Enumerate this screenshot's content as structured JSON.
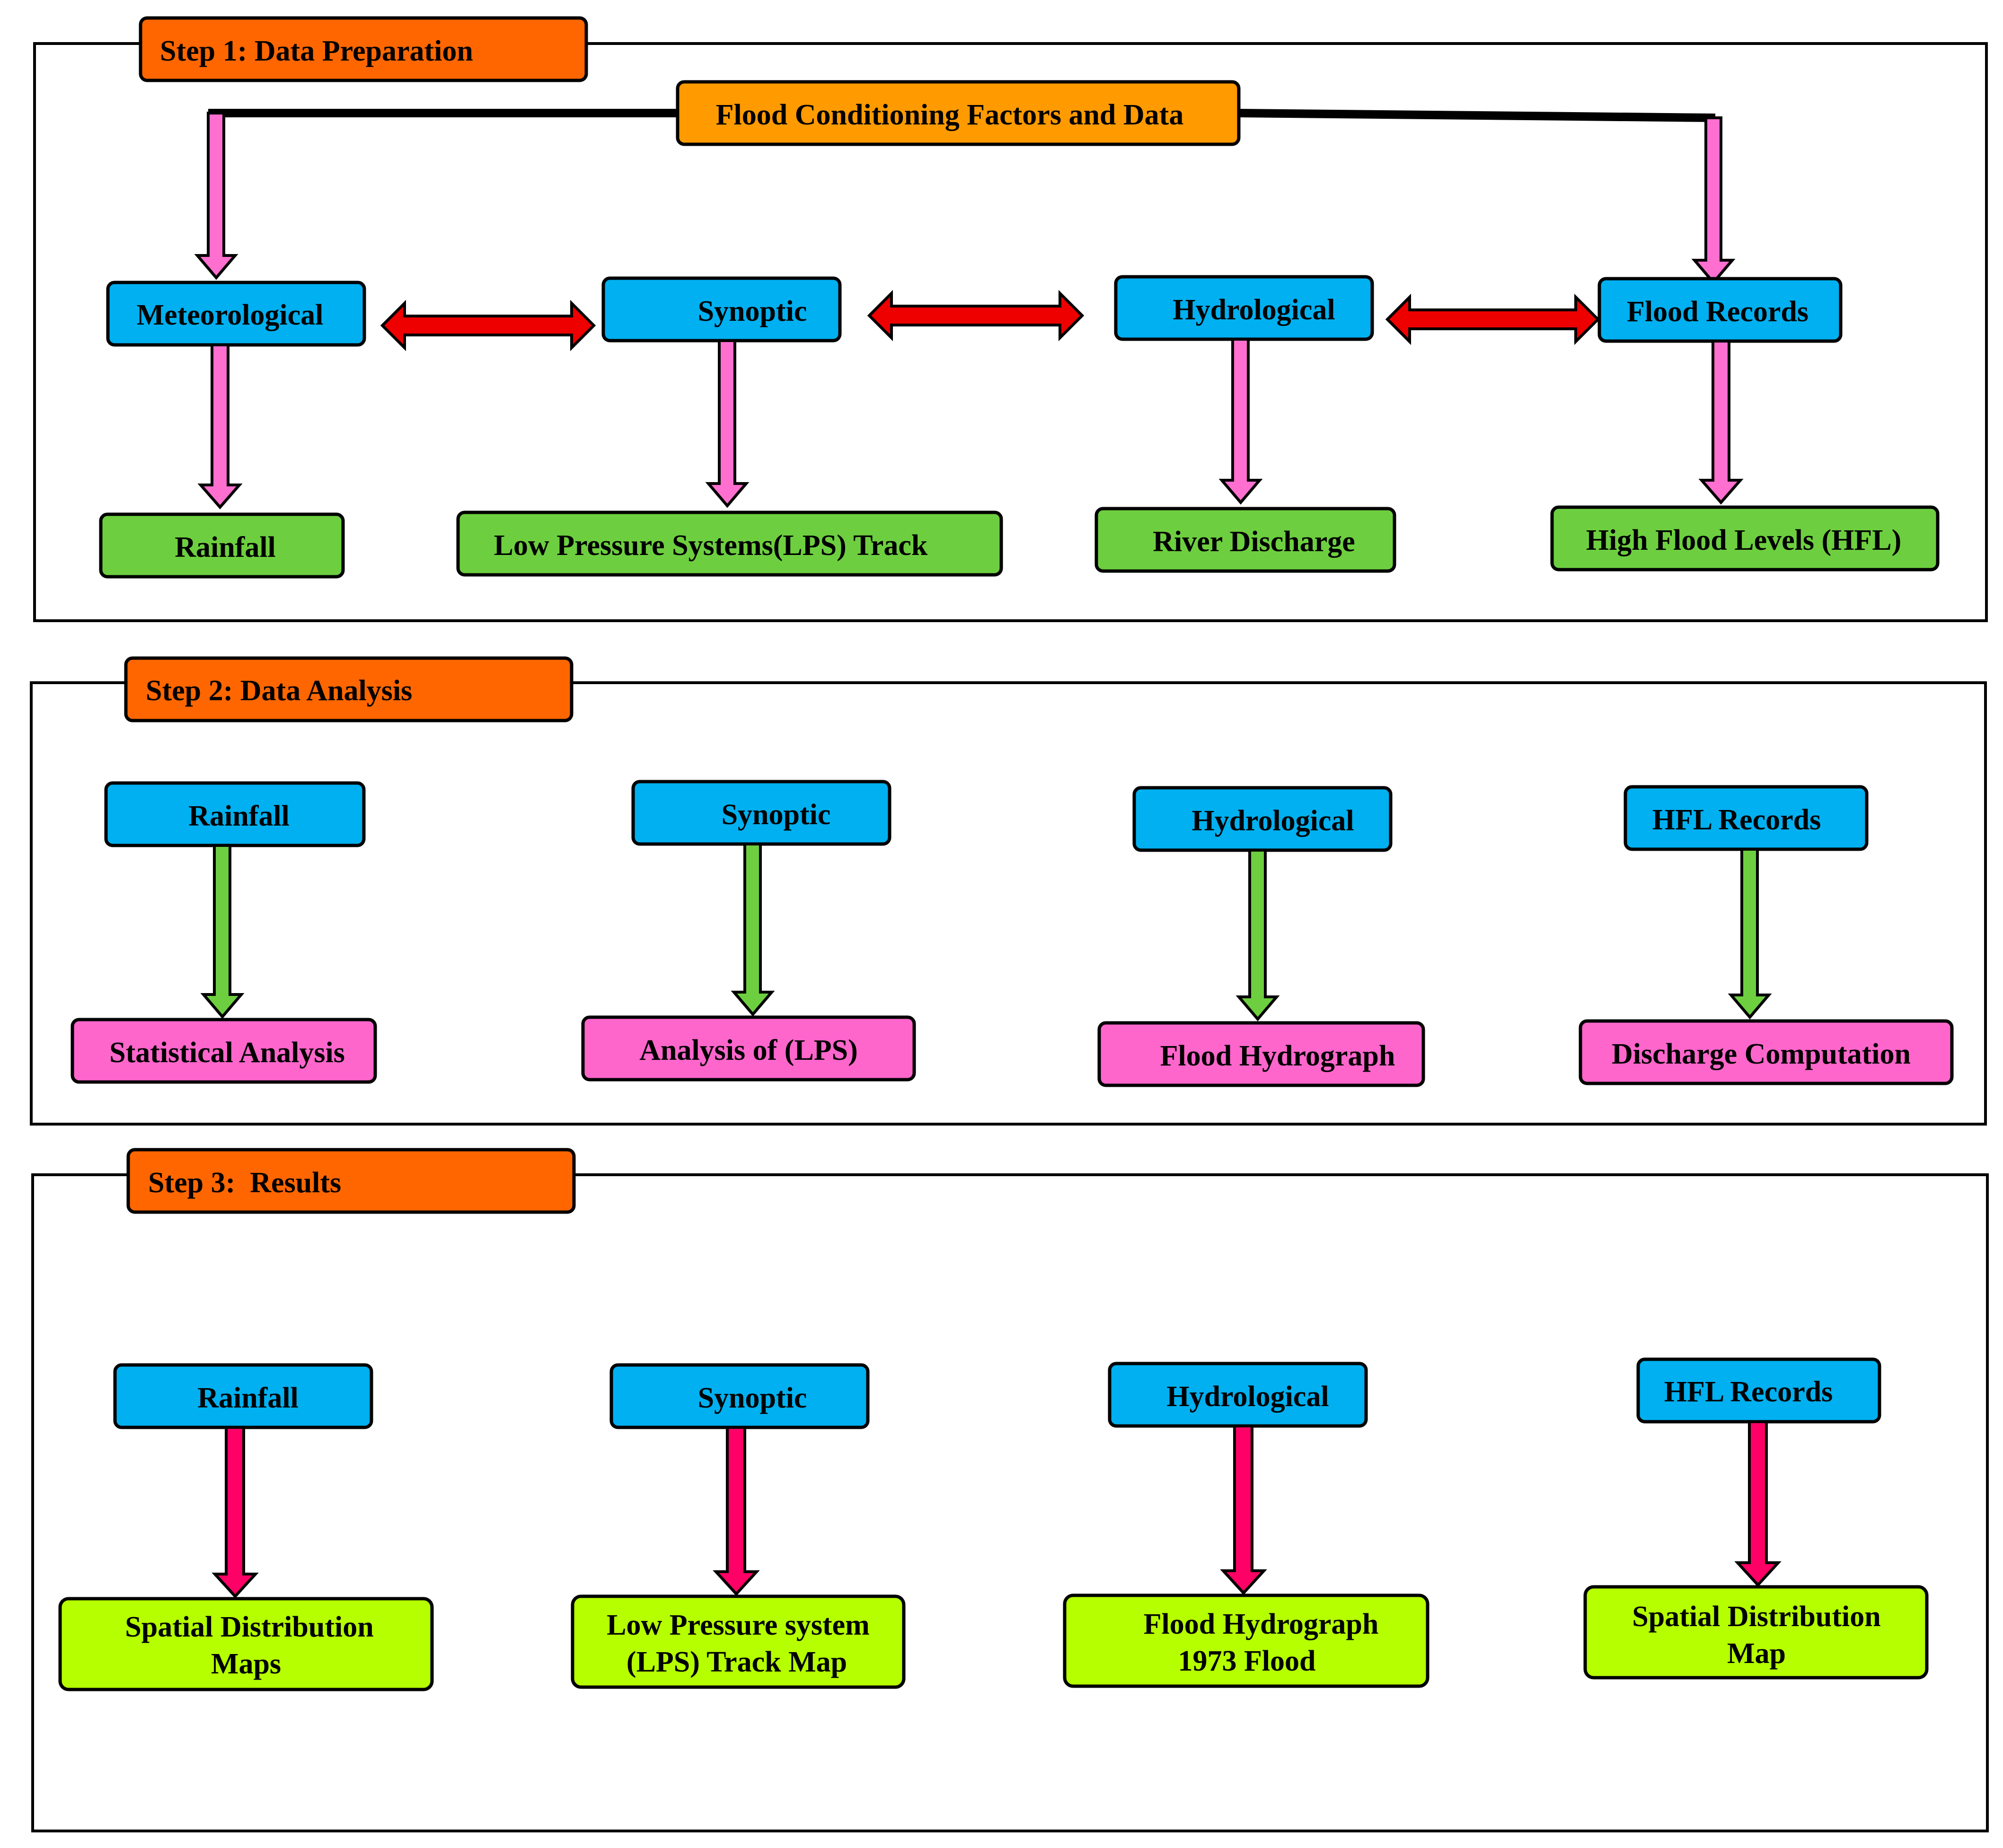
{
  "colors": {
    "step_tag": "#ff6600",
    "factors_box": "#ff9a00",
    "category_box": "#00b0f0",
    "data_box": "#6dcf3f",
    "analysis_box": "#ff66cc",
    "result_box": "#b5ff00",
    "pink_arrow": "#ff6fd0",
    "green_arrow": "#6dcf3f",
    "crimson_arrow": "#ff0066",
    "red_double_arrow": "#ee0000",
    "outline": "#000000"
  },
  "step1": {
    "title": "Step 1: Data Preparation",
    "factors": "Flood Conditioning Factors and Data",
    "categories": [
      "Meteorological",
      "Synoptic",
      "Hydrological",
      "Flood Records"
    ],
    "data": [
      "Rainfall",
      "Low Pressure Systems(LPS) Track",
      "River Discharge",
      "High Flood Levels (HFL)"
    ]
  },
  "step2": {
    "title": "Step 2: Data Analysis",
    "categories": [
      "Rainfall",
      "Synoptic",
      "Hydrological",
      "HFL Records"
    ],
    "analyses": [
      "Statistical Analysis",
      "Analysis of (LPS)",
      "Flood Hydrograph",
      "Discharge Computation"
    ]
  },
  "step3": {
    "title": "Step 3:  Results",
    "categories": [
      "Rainfall",
      "Synoptic",
      "Hydrological",
      "HFL Records"
    ],
    "results": [
      {
        "line1": "Spatial Distribution",
        "line2": "Maps"
      },
      {
        "line1": "Low Pressure system",
        "line2": "(LPS) Track Map"
      },
      {
        "line1": "Flood Hydrograph",
        "line2": "1973 Flood"
      },
      {
        "line1": "Spatial Distribution",
        "line2": "Map"
      }
    ]
  }
}
